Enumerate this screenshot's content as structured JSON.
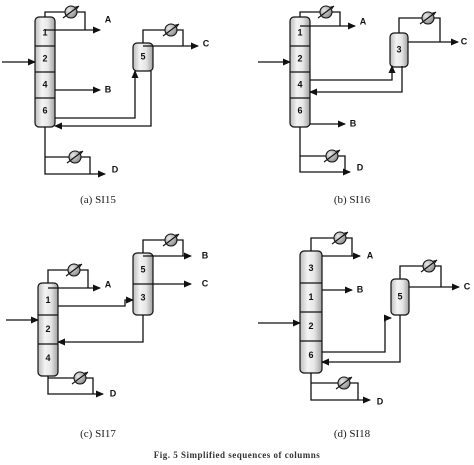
{
  "figure_caption": "Fig. 5 Simplified sequences of columns",
  "subfigures": [
    {
      "id": "a",
      "caption": "(a) SI15",
      "columns": [
        {
          "id": "main",
          "sections": [
            "1",
            "2",
            "4",
            "6"
          ]
        },
        {
          "id": "side",
          "sections": [
            "5"
          ]
        }
      ],
      "products": [
        "A",
        "B",
        "C",
        "D"
      ]
    },
    {
      "id": "b",
      "caption": "(b) SI16",
      "columns": [
        {
          "id": "main",
          "sections": [
            "1",
            "2",
            "4",
            "6"
          ]
        },
        {
          "id": "side",
          "sections": [
            "3"
          ]
        }
      ],
      "products": [
        "A",
        "B",
        "C",
        "D"
      ]
    },
    {
      "id": "c",
      "caption": "(c) SI17",
      "columns": [
        {
          "id": "main",
          "sections": [
            "1",
            "2",
            "4"
          ]
        },
        {
          "id": "side",
          "sections": [
            "5",
            "3"
          ]
        }
      ],
      "products": [
        "A",
        "B",
        "C",
        "D"
      ]
    },
    {
      "id": "d",
      "caption": "(d) SI18",
      "columns": [
        {
          "id": "main",
          "sections": [
            "3",
            "1",
            "2",
            "6"
          ]
        },
        {
          "id": "side",
          "sections": [
            "5"
          ]
        }
      ],
      "products": [
        "A",
        "B",
        "C",
        "D"
      ]
    }
  ],
  "colors": {
    "line": "#111111",
    "column_fill_light": "#f0f0f0",
    "column_fill_dark": "#a8a8a8",
    "hx_fill": "#9a9a9a"
  }
}
